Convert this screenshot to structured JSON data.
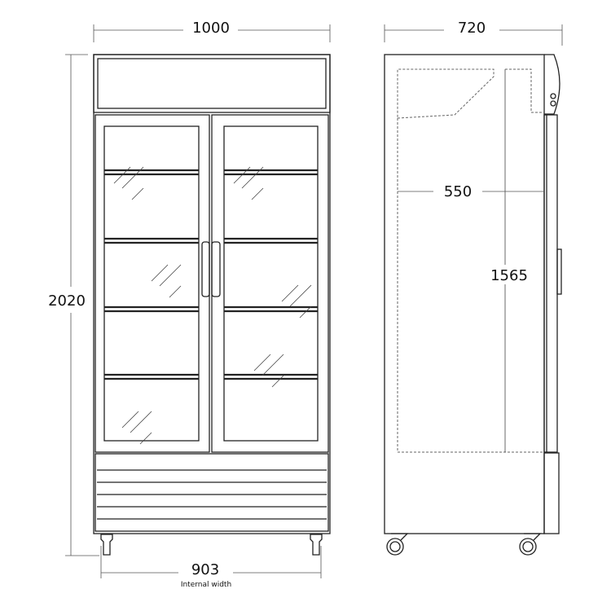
{
  "front_view": {
    "width_label": "1000",
    "height_label": "2020",
    "internal_width_label": "903",
    "internal_width_caption": "Internal width"
  },
  "side_view": {
    "depth_label": "720",
    "internal_depth_label": "550",
    "internal_height_label": "1565"
  },
  "colors": {
    "line": "#222222",
    "background": "#ffffff"
  }
}
